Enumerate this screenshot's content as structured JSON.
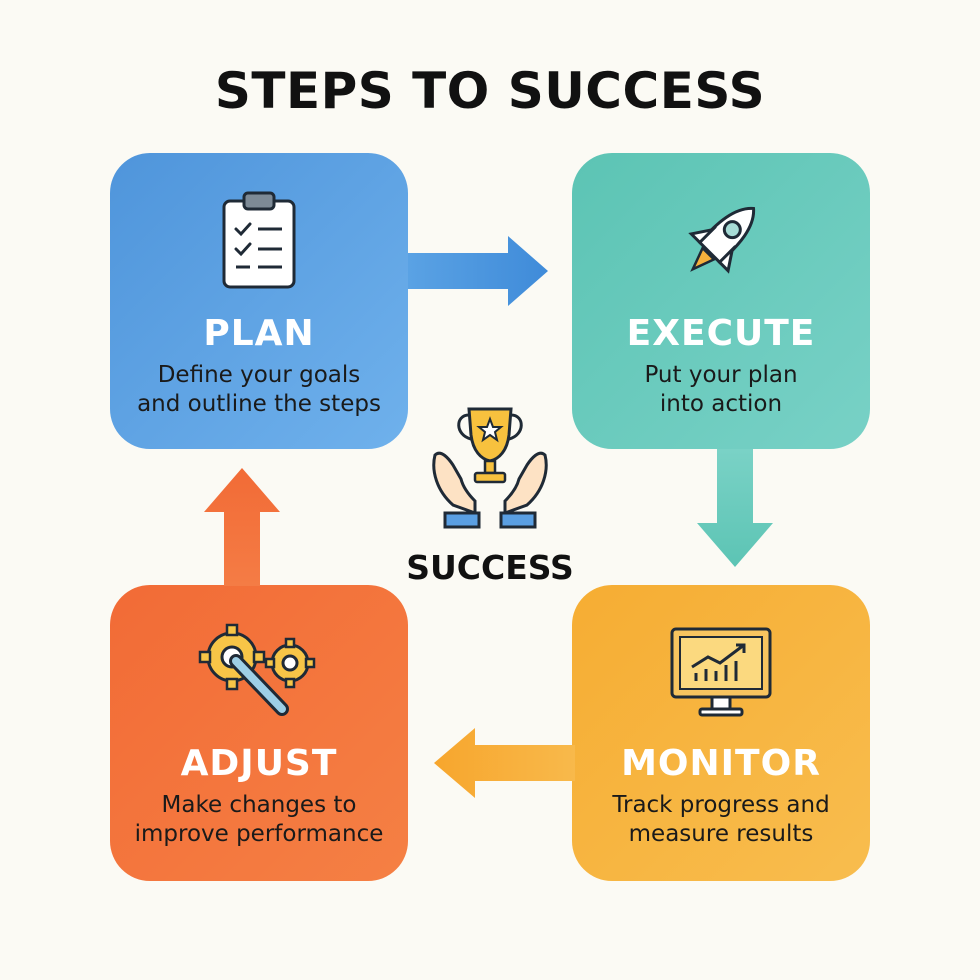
{
  "title": "STEPS TO SUCCESS",
  "center": {
    "label": "SUCCESS",
    "icon": "trophy-hands-icon"
  },
  "steps": [
    {
      "name": "PLAN",
      "desc_line1": "Define your goals",
      "desc_line2": "and outline the steps",
      "icon": "clipboard-checklist-icon",
      "color": "#5a9fe2"
    },
    {
      "name": "EXECUTE",
      "desc_line1": "Put your plan",
      "desc_line2": "into action",
      "icon": "rocket-icon",
      "color": "#67c8ba"
    },
    {
      "name": "MONITOR",
      "desc_line1": "Track progress and",
      "desc_line2": "measure results",
      "icon": "monitor-chart-icon",
      "color": "#f7b23e"
    },
    {
      "name": "ADJUST",
      "desc_line1": "Make changes to",
      "desc_line2": "improve performance",
      "icon": "gears-wrench-icon",
      "color": "#f4733c"
    }
  ],
  "arrows": [
    {
      "from": "PLAN",
      "to": "EXECUTE",
      "color": "#4c95de"
    },
    {
      "from": "EXECUTE",
      "to": "MONITOR",
      "color": "#6cc9bb"
    },
    {
      "from": "MONITOR",
      "to": "ADJUST",
      "color": "#f6ad33"
    },
    {
      "from": "ADJUST",
      "to": "PLAN",
      "color": "#f26b36"
    }
  ]
}
